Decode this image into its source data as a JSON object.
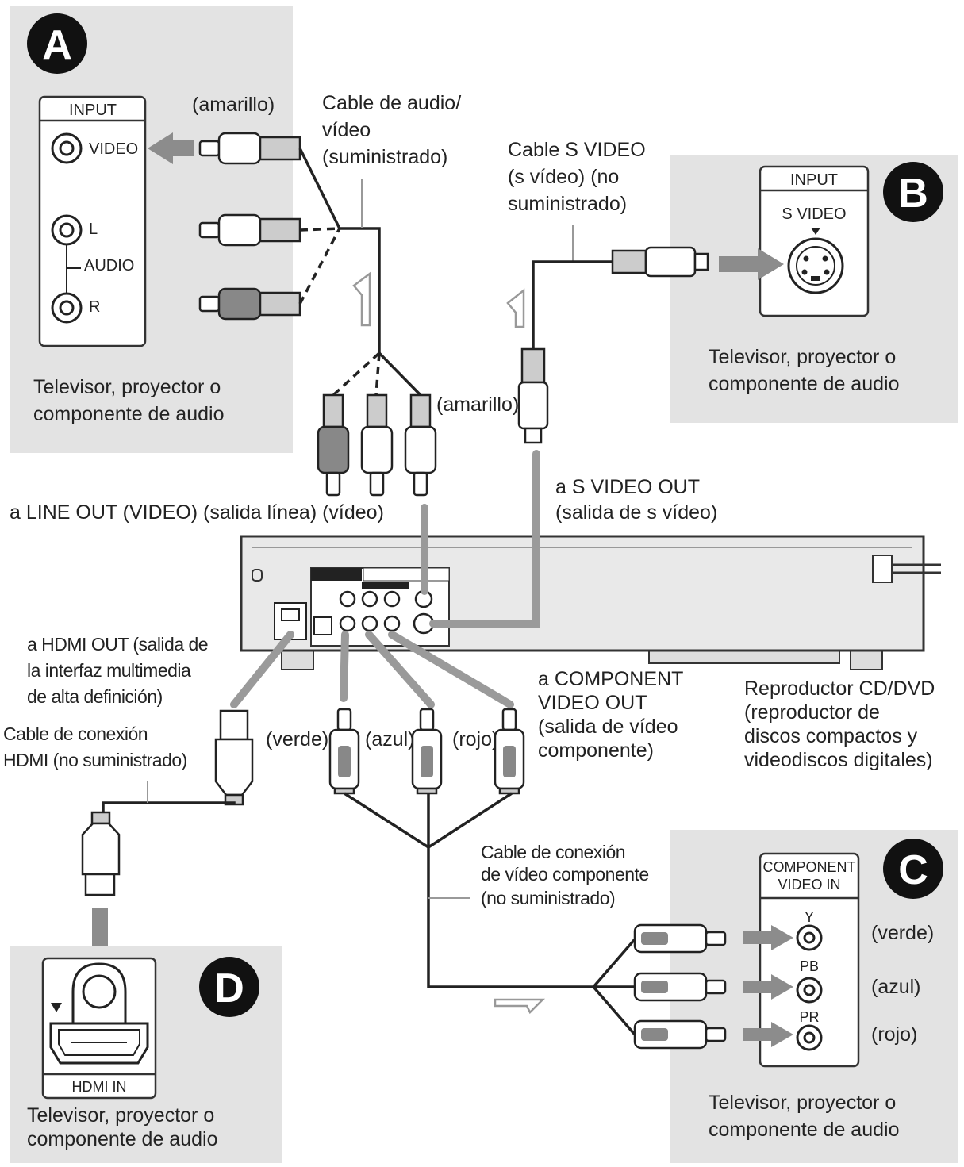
{
  "badges": {
    "a": "A",
    "b": "B",
    "c": "C",
    "d": "D"
  },
  "panel_a": {
    "input_header": "INPUT",
    "video_label": "VIDEO",
    "l_label": "L",
    "audio_label": "AUDIO",
    "r_label": "R",
    "device_lines": [
      "Televisor, proyector o",
      "componente de audio"
    ]
  },
  "panel_b": {
    "input_header": "INPUT",
    "svideo_label": "S VIDEO",
    "device_lines": [
      "Televisor, proyector o",
      "componente de audio"
    ]
  },
  "panel_c": {
    "header_lines": [
      "COMPONENT",
      "VIDEO IN"
    ],
    "jack_y": "Y",
    "jack_pb": "PB",
    "jack_pr": "PR",
    "color_green": "(verde)",
    "color_blue": "(azul)",
    "color_red": "(rojo)",
    "device_lines": [
      "Televisor, proyector o",
      "componente de audio"
    ]
  },
  "panel_d": {
    "hdmi_in": "HDMI IN",
    "device_lines": [
      "Televisor, proyector o",
      "componente de audio"
    ]
  },
  "labels": {
    "amarillo_top": "(amarillo)",
    "av_cable": [
      "Cable de audio/",
      "vídeo",
      "(suministrado)"
    ],
    "svideo_cable": [
      "Cable S VIDEO",
      "(s vídeo) (no",
      "suministrado)"
    ],
    "amarillo_mid": "(amarillo)",
    "line_out": "a LINE OUT (VIDEO) (salida línea) (vídeo)",
    "svideo_out": [
      "a S VIDEO OUT",
      "(salida de s vídeo)"
    ],
    "hdmi_out": [
      "a HDMI OUT (salida de",
      "la interfaz multimedia",
      "de alta definición)"
    ],
    "hdmi_cable": [
      "Cable de conexión",
      "HDMI (no suministrado)"
    ],
    "verde": "(verde)",
    "azul": "(azul)",
    "rojo": "(rojo)",
    "component_out": [
      "a COMPONENT",
      "VIDEO OUT",
      "(salida de vídeo",
      "componente)"
    ],
    "player": [
      "Reproductor CD/DVD",
      "(reproductor de",
      "discos compactos y",
      "videodiscos digitales)"
    ],
    "component_cable": [
      "Cable de conexión",
      "de vídeo componente",
      "(no suministrado)"
    ]
  },
  "colors": {
    "panel": "#e3e3e3",
    "cable_grey": "#9a9a9a",
    "badge": "#111111"
  }
}
